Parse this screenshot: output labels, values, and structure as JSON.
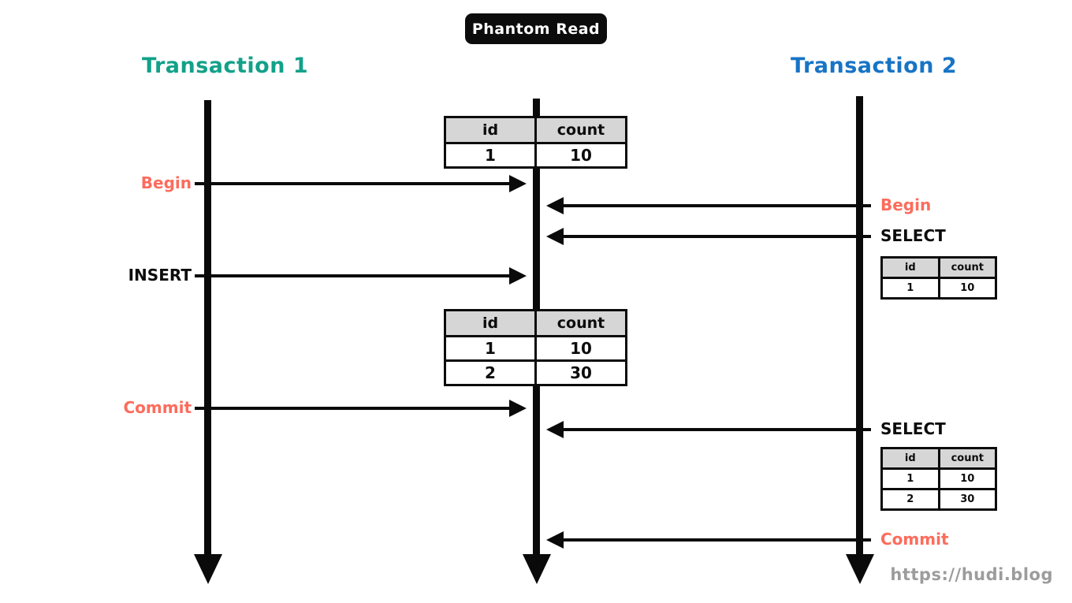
{
  "title": "Phantom Read",
  "watermark": "https://hudi.blog",
  "colors": {
    "transaction1": "#12A189",
    "transaction2": "#1874C5",
    "accent": "#FC6C5C",
    "table-header-bg": "#D6D6D6",
    "watermark": "#9C9C9C"
  },
  "transactions": [
    {
      "label": "Transaction 1"
    },
    {
      "label": "Transaction 2"
    }
  ],
  "events": [
    {
      "label": "Begin",
      "actor": "transaction-1",
      "direction": "to-db",
      "color": "#FC6C5C"
    },
    {
      "label": "Begin",
      "actor": "transaction-2",
      "direction": "to-db",
      "color": "#FC6C5C"
    },
    {
      "label": "SELECT",
      "actor": "transaction-2",
      "direction": "to-db",
      "color": "#0C0C0C"
    },
    {
      "label": "INSERT",
      "actor": "transaction-1",
      "direction": "to-db",
      "color": "#0C0C0C"
    },
    {
      "label": "Commit",
      "actor": "transaction-1",
      "direction": "to-db",
      "color": "#FC6C5C"
    },
    {
      "label": "SELECT",
      "actor": "transaction-2",
      "direction": "to-db",
      "color": "#0C0C0C"
    },
    {
      "label": "Commit",
      "actor": "transaction-2",
      "direction": "to-db",
      "color": "#FC6C5C"
    }
  ],
  "tables": [
    {
      "name": "db-state-initial",
      "headers": [
        "id",
        "count"
      ],
      "rows": [
        [
          "1",
          "10"
        ]
      ]
    },
    {
      "name": "t2-first-select-result",
      "headers": [
        "id",
        "count"
      ],
      "rows": [
        [
          "1",
          "10"
        ]
      ]
    },
    {
      "name": "db-state-after-insert",
      "headers": [
        "id",
        "count"
      ],
      "rows": [
        [
          "1",
          "10"
        ],
        [
          "2",
          "30"
        ]
      ]
    },
    {
      "name": "t2-second-select-result",
      "headers": [
        "id",
        "count"
      ],
      "rows": [
        [
          "1",
          "10"
        ],
        [
          "2",
          "30"
        ]
      ]
    }
  ]
}
